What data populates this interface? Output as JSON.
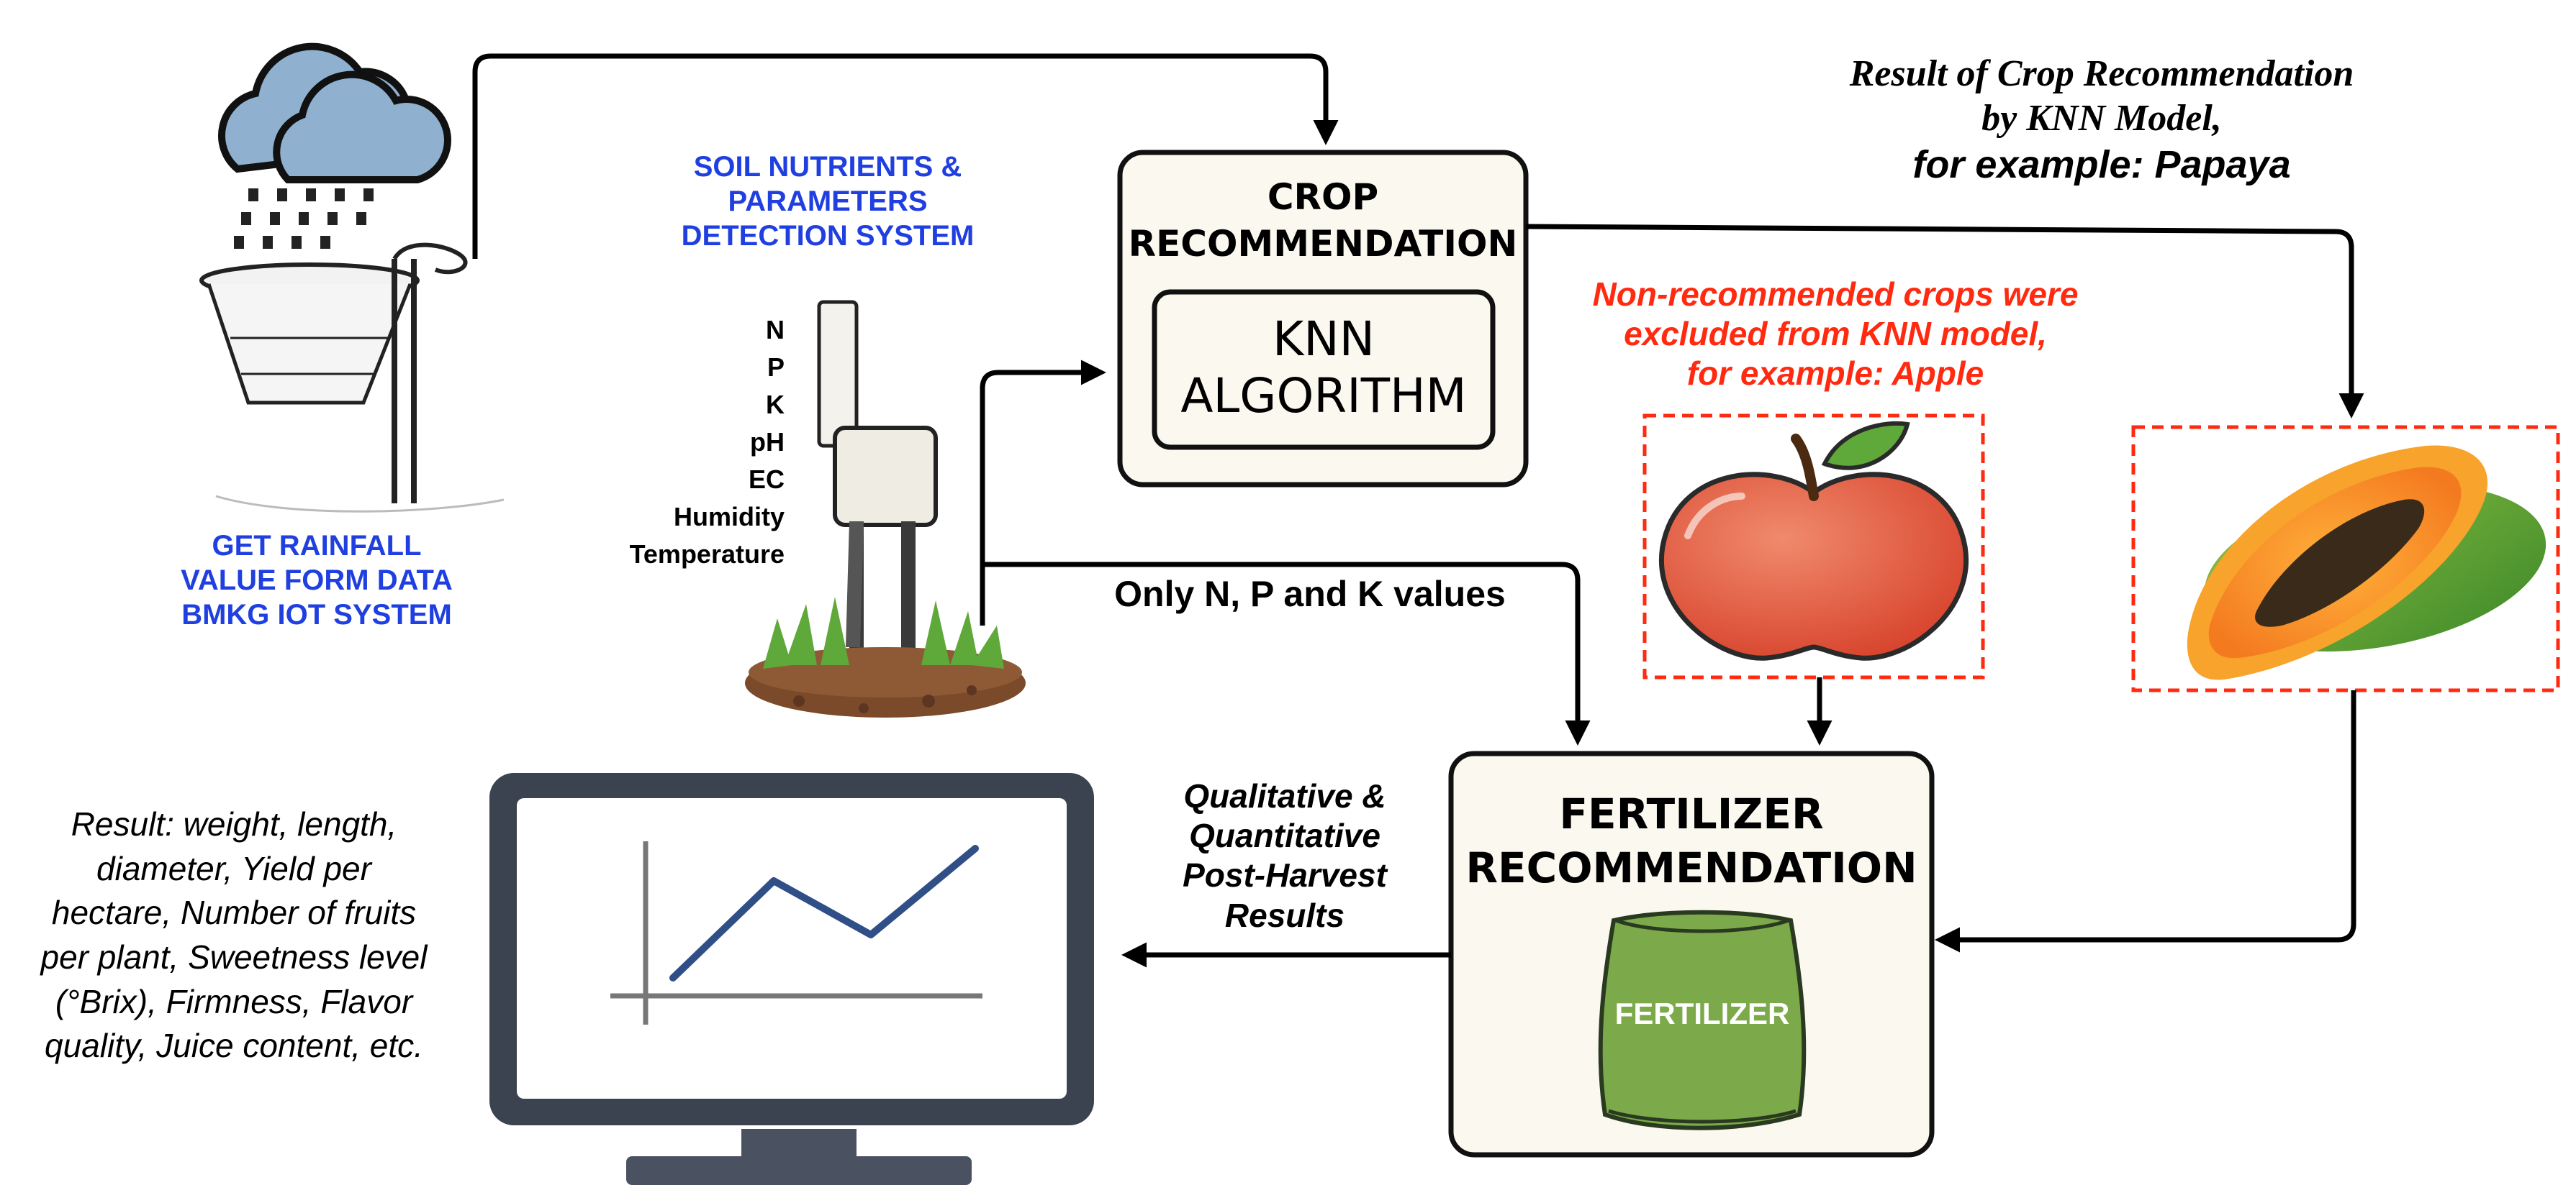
{
  "rainfall": {
    "lines": [
      "GET RAINFALL",
      "VALUE  FORM DATA",
      "BMKG  IOT SYSTEM"
    ]
  },
  "soil_system": {
    "lines": [
      "SOIL NUTRIENTS &",
      "PARAMETERS",
      "DETECTION SYSTEM"
    ]
  },
  "sensor_params": [
    "N",
    "P",
    "K",
    "pH",
    "EC",
    "Humidity",
    "Temperature"
  ],
  "crop_box": {
    "title_lines": [
      "CROP",
      "RECOMMENDATION"
    ],
    "inner_lines": [
      "KNN",
      "ALGORITHM"
    ]
  },
  "result_crop": {
    "line1": "Result of Crop Recommendation",
    "line2": "by KNN Model,",
    "line3": "for example: Papaya"
  },
  "non_recommended": {
    "lines": [
      "Non-recommended crops were",
      "excluded  from KNN model,",
      "for example: Apple"
    ]
  },
  "npk_label": "Only N, P and K values",
  "fertilizer_box": {
    "title_lines": [
      "FERTILIZER",
      "RECOMMENDATION"
    ],
    "bag_label": "FERTILIZER"
  },
  "post_harvest": {
    "lines": [
      "Qualitative &",
      "Quantitative",
      "Post-Harvest",
      "Results"
    ]
  },
  "result_text": {
    "lines": [
      "Result: weight, length,",
      "diameter, Yield per",
      "hectare, Number of fruits",
      "per plant, Sweetness level",
      "(°Brix), Firmness, Flavor",
      "quality, Juice content, etc."
    ]
  },
  "colors": {
    "blue_text": "#1f3fe0",
    "red_text": "#ff2a10",
    "box_fill": "#fbf8ef",
    "bag_green": "#7caa4a",
    "apple_red": "#e2593f",
    "monitor_frame": "#3c4350",
    "chart_line": "#2f4f86"
  }
}
